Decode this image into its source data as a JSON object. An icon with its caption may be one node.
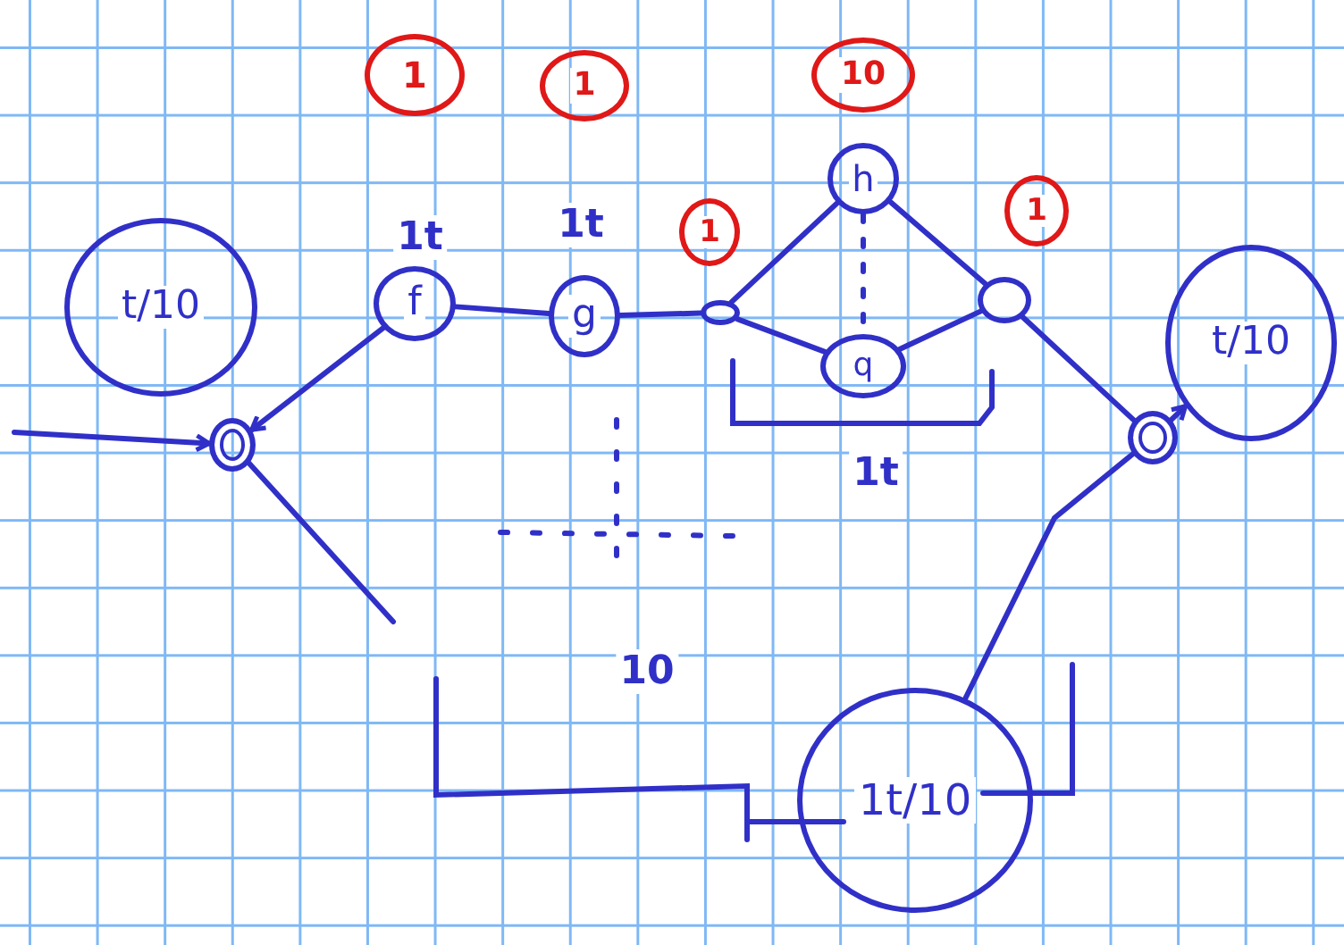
{
  "diagram": {
    "nodes": [
      {
        "text": [
          "1"
        ]
      },
      {
        "text": [
          "1"
        ]
      },
      {
        "text": [
          "10"
        ]
      },
      {
        "text": [
          "1"
        ]
      },
      {
        "text": [
          "1"
        ]
      },
      {
        "text": [
          "t/10"
        ]
      },
      {
        "text": [
          "f"
        ]
      },
      {
        "text": [
          "g"
        ]
      },
      {
        "text": [
          "h"
        ]
      },
      {
        "text": [
          "q"
        ]
      },
      {
        "text": [],
        "shape": "circle"
      },
      {
        "text": [],
        "shape": "circle"
      },
      {
        "text": [],
        "shape": "circle"
      },
      {
        "text": [],
        "shape": "circle"
      },
      {
        "text": [
          "1t/10"
        ]
      },
      {
        "text": [
          "t/10"
        ]
      }
    ],
    "edges": [
      {
        "from": null,
        "to": 12,
        "arrow": "to"
      },
      {
        "from": 6,
        "to": 12,
        "arrow": "to"
      },
      {
        "from": 6,
        "to": 7,
        "arrow": "none"
      },
      {
        "from": 7,
        "to": 10,
        "arrow": "none"
      },
      {
        "from": 10,
        "to": 8,
        "arrow": "none"
      },
      {
        "from": 10,
        "to": 9,
        "arrow": "none"
      },
      {
        "from": 8,
        "to": 9,
        "arrow": "none",
        "style": "dashed"
      },
      {
        "from": 8,
        "to": 11,
        "arrow": "none"
      },
      {
        "from": 9,
        "to": 11,
        "arrow": "none"
      },
      {
        "from": 11,
        "to": 13,
        "arrow": "none"
      },
      {
        "from": 12,
        "to": null,
        "arrow": "none"
      },
      {
        "from": 13,
        "to": 14,
        "arrow": "none"
      },
      {
        "from": 13,
        "to": 15,
        "arrow": "to"
      }
    ],
    "labels": [
      "1t",
      "1t",
      "1t",
      "10"
    ]
  }
}
